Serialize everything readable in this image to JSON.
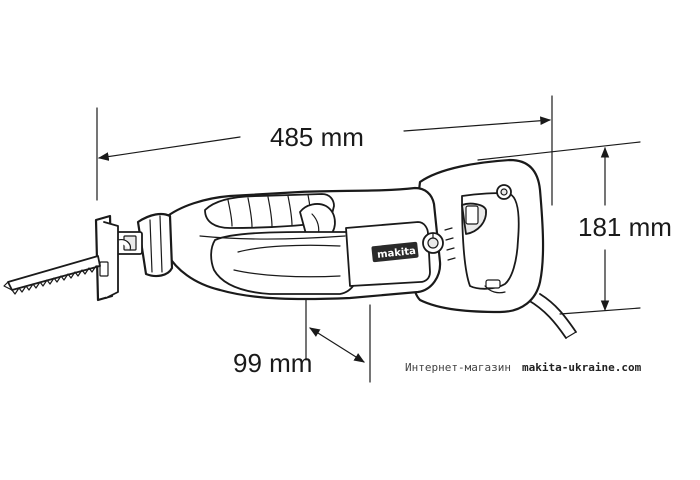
{
  "dimensions": {
    "length": "485 mm",
    "height": "181 mm",
    "stroke_offset": "99 mm"
  },
  "product": {
    "brand_label": "makita"
  },
  "watermark": {
    "shop_label": "Интернет-магазин",
    "site": "makita-ukraine.com"
  },
  "colors": {
    "line": "#1a1a1a",
    "background": "#ffffff"
  }
}
